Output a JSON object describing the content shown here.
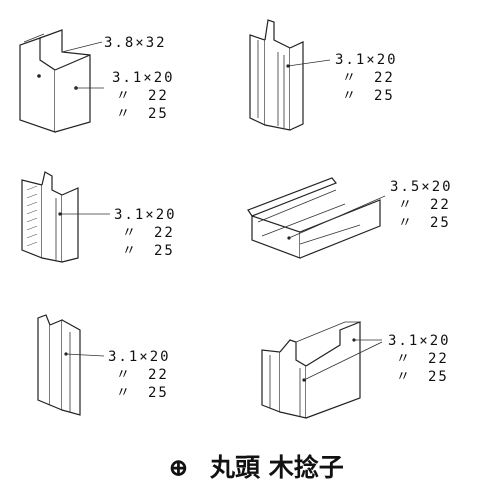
{
  "title": "丸頭 木捻子",
  "title_symbol": "⊕",
  "figures": [
    {
      "specs": [
        "3.8×32",
        "3.1×20",
        "〃　22",
        "〃　25"
      ]
    },
    {
      "specs": [
        "3.1×20",
        "〃　22",
        "〃　25"
      ]
    },
    {
      "specs": [
        "3.1×20",
        "〃　22",
        "〃　25"
      ]
    },
    {
      "specs": [
        "3.5×20",
        "〃　22",
        "〃　25"
      ]
    },
    {
      "specs": [
        "3.1×20",
        "〃　22",
        "〃　25"
      ]
    },
    {
      "specs": [
        "3.1×20",
        "〃　22",
        "〃　25"
      ]
    }
  ]
}
